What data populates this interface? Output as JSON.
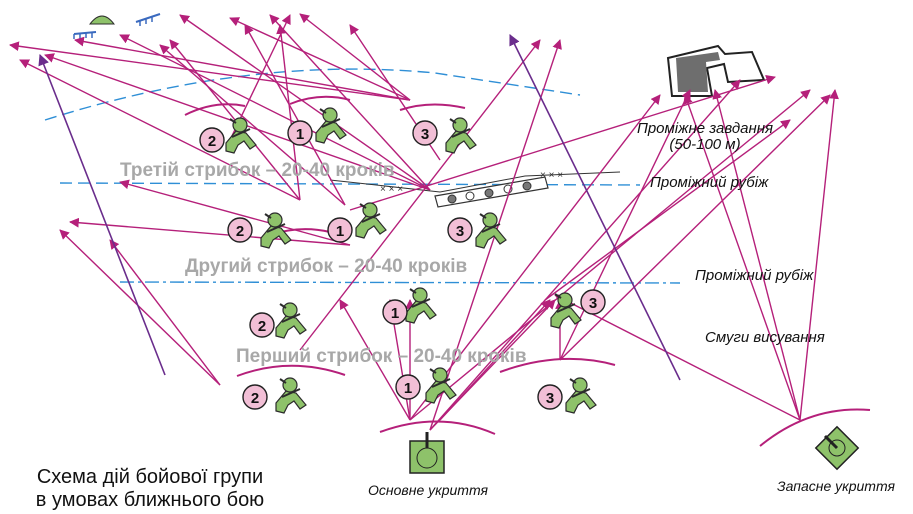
{
  "caption": {
    "line1": "Схема дій бойової групи",
    "line2": "в умовах ближнього бою"
  },
  "jumps": {
    "third": "Третій стрибок – 20-40 кроків",
    "second": "Другий стрибок – 20-40 кроків",
    "first": "Перший стрибок – 20-40 кроків"
  },
  "objective": {
    "line1": "Проміжне завдання",
    "line2": "(50-100 м)"
  },
  "lines": {
    "intermediate_1": "Проміжний рубіж",
    "intermediate_2": "Проміжний рубіж",
    "advance_lanes": "Смуги висування"
  },
  "positions": {
    "main_cover": "Основне укриття",
    "reserve_cover": "Запасне укриття"
  },
  "markers": {
    "one": "1",
    "two": "2",
    "three": "3"
  },
  "colors": {
    "arrow": "#b5207a",
    "arrow_dark": "#6a2d8c",
    "soldier": "#8ec26a",
    "marker": "#f2bfd6",
    "boundary": "#2f8fd6",
    "jump_text": "#a8a8a8"
  }
}
